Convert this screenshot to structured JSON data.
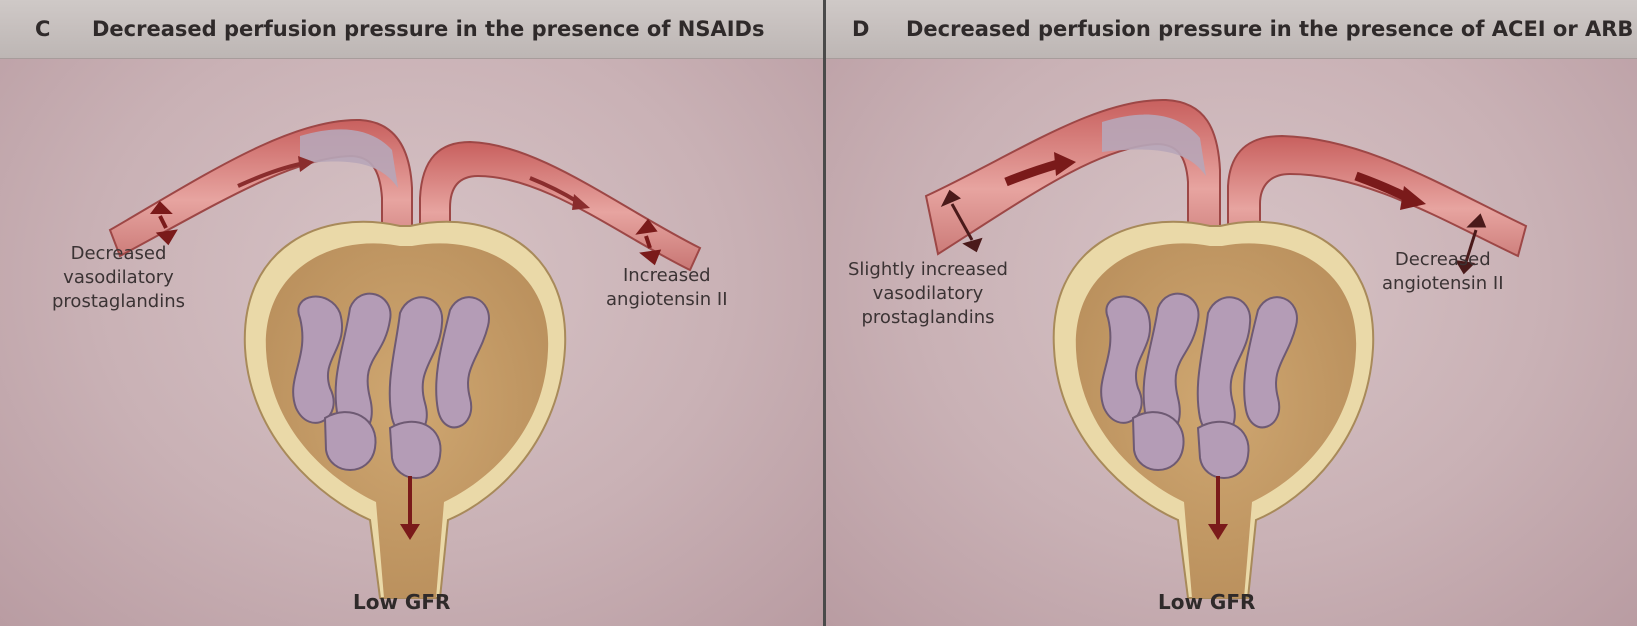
{
  "panels": [
    {
      "letter": "C",
      "title": "Decreased perfusion pressure in the presence of NSAIDs",
      "left_label": [
        "Decreased",
        "vasodilatory",
        "prostaglandins"
      ],
      "right_label": [
        "Increased",
        "angiotensin II"
      ],
      "output_label": "Low GFR"
    },
    {
      "letter": "D",
      "title": "Decreased perfusion pressure in the presence of ACEI or ARB",
      "left_label": [
        "Slightly increased",
        "vasodilatory",
        "prostaglandins"
      ],
      "right_label": [
        "Decreased",
        "angiotensin II"
      ],
      "output_label": "Low GFR"
    }
  ],
  "colors": {
    "vessel": "#d98b88",
    "vessel_dark": "#b0504f",
    "arrow": "#7a1a1a",
    "capsule": "#e9d9a8",
    "capsule_inner": "#d9b985",
    "glomerulus": "#b29bb5",
    "header_bg": "#c6bfbd",
    "panel_bg": "#cbb4b8"
  }
}
